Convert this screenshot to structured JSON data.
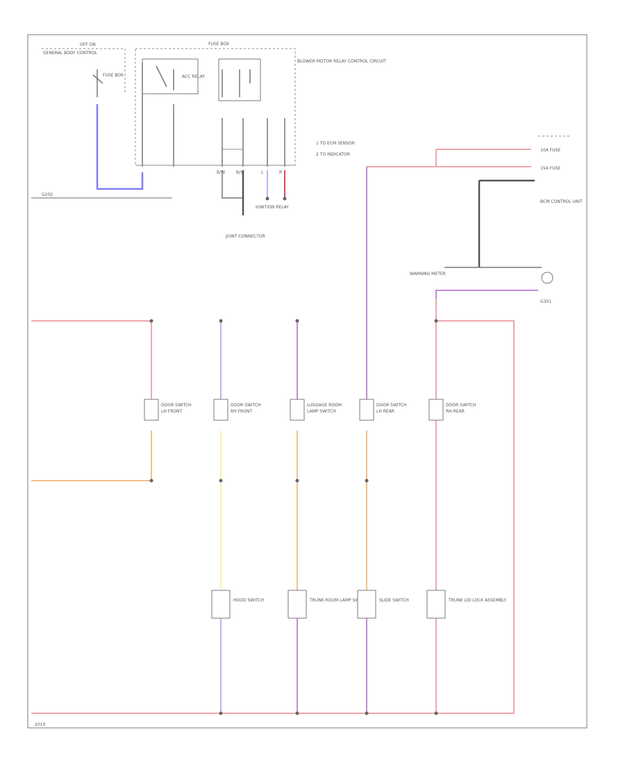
{
  "colors": {
    "red": "#f2a6ad",
    "red_strong": "#e0445a",
    "blue": "#7f7fee",
    "light_blue": "#b6b6f7",
    "purple": "#c58bd8",
    "orange": "#f7be85",
    "yellow": "#fbf3a6",
    "gray": "#7a7a7a"
  },
  "legend": {
    "item1": "1  TO ECM SENSOR",
    "item2": "2  TO INDICATOR"
  },
  "top_left": {
    "module_label": "GENERAL BODY CONTROL",
    "module_sub": "OFF ON",
    "switch_label": "FUSE BOX",
    "ground_label": "G202"
  },
  "top_center": {
    "header": "FUSE BOX",
    "relay_label": "ACC RELAY",
    "right_note": "BLOWER MOTOR RELAY CONTROL CIRCUIT",
    "bottom_label": "JOINT CONNECTOR",
    "right_bottom_label": "IGNITION RELAY",
    "pin_labels": [
      "B/W",
      "B/Y",
      "L",
      "R"
    ]
  },
  "right_top": {
    "fuse1": "10A FUSE",
    "fuse2": "15A FUSE",
    "control_unit": "BCM CONTROL UNIT",
    "meter": "WARNING METER",
    "ground": "G301"
  },
  "components": [
    {
      "name": "DOOR SWITCH",
      "sub": "LH FRONT"
    },
    {
      "name": "DOOR SWITCH",
      "sub": "RH FRONT"
    },
    {
      "name": "LUGGAGE ROOM",
      "sub": "LAMP SWITCH"
    },
    {
      "name": "DOOR SWITCH",
      "sub": "LH REAR"
    },
    {
      "name": "DOOR SWITCH",
      "sub": "RH REAR"
    }
  ],
  "bottom_components": [
    {
      "name": "HOOD SWITCH"
    },
    {
      "name": "TRUNK ROOM LAMP SWITCH"
    },
    {
      "name": "SLIDE SWITCH"
    },
    {
      "name": "TRUNK LID LOCK ASSEMBLY"
    }
  ],
  "footer": "2010"
}
